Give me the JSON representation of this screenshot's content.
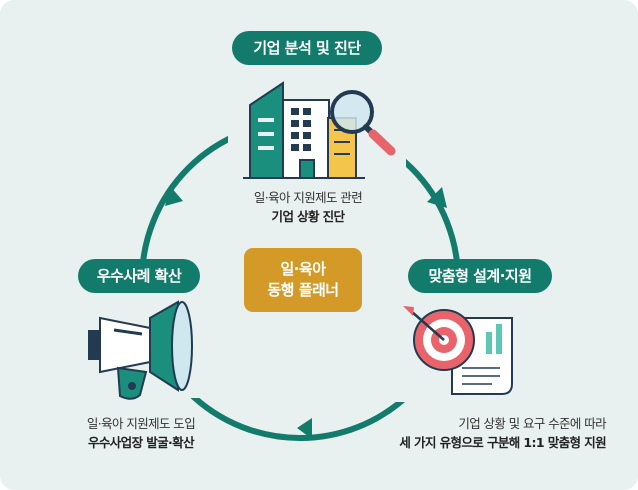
{
  "center": {
    "line1": "일·육아",
    "line2": "동행 플래너"
  },
  "steps": {
    "top": {
      "title": "기업 분석 및 진단",
      "desc1": "일·육아 지원제도 관련",
      "desc2": "기업 상황 진단",
      "icon": "building-magnifier-icon"
    },
    "right": {
      "title": "맞춤형 설계·지원",
      "desc1": "기업 상황 및 요구 수준에 따라",
      "desc2": "세 가지 유형으로 구분해 1:1 맞춤형 지원",
      "icon": "target-document-icon"
    },
    "left": {
      "title": "우수사례 확산",
      "desc1": "일·육아 지원제도 도입",
      "desc2": "우수사업장 발굴·확산",
      "icon": "megaphone-icon"
    }
  },
  "colors": {
    "teal": "#127b6b",
    "gold": "#d39a27",
    "background": "#e8f1ef",
    "navy": "#223a52",
    "coral": "#e8646a"
  }
}
